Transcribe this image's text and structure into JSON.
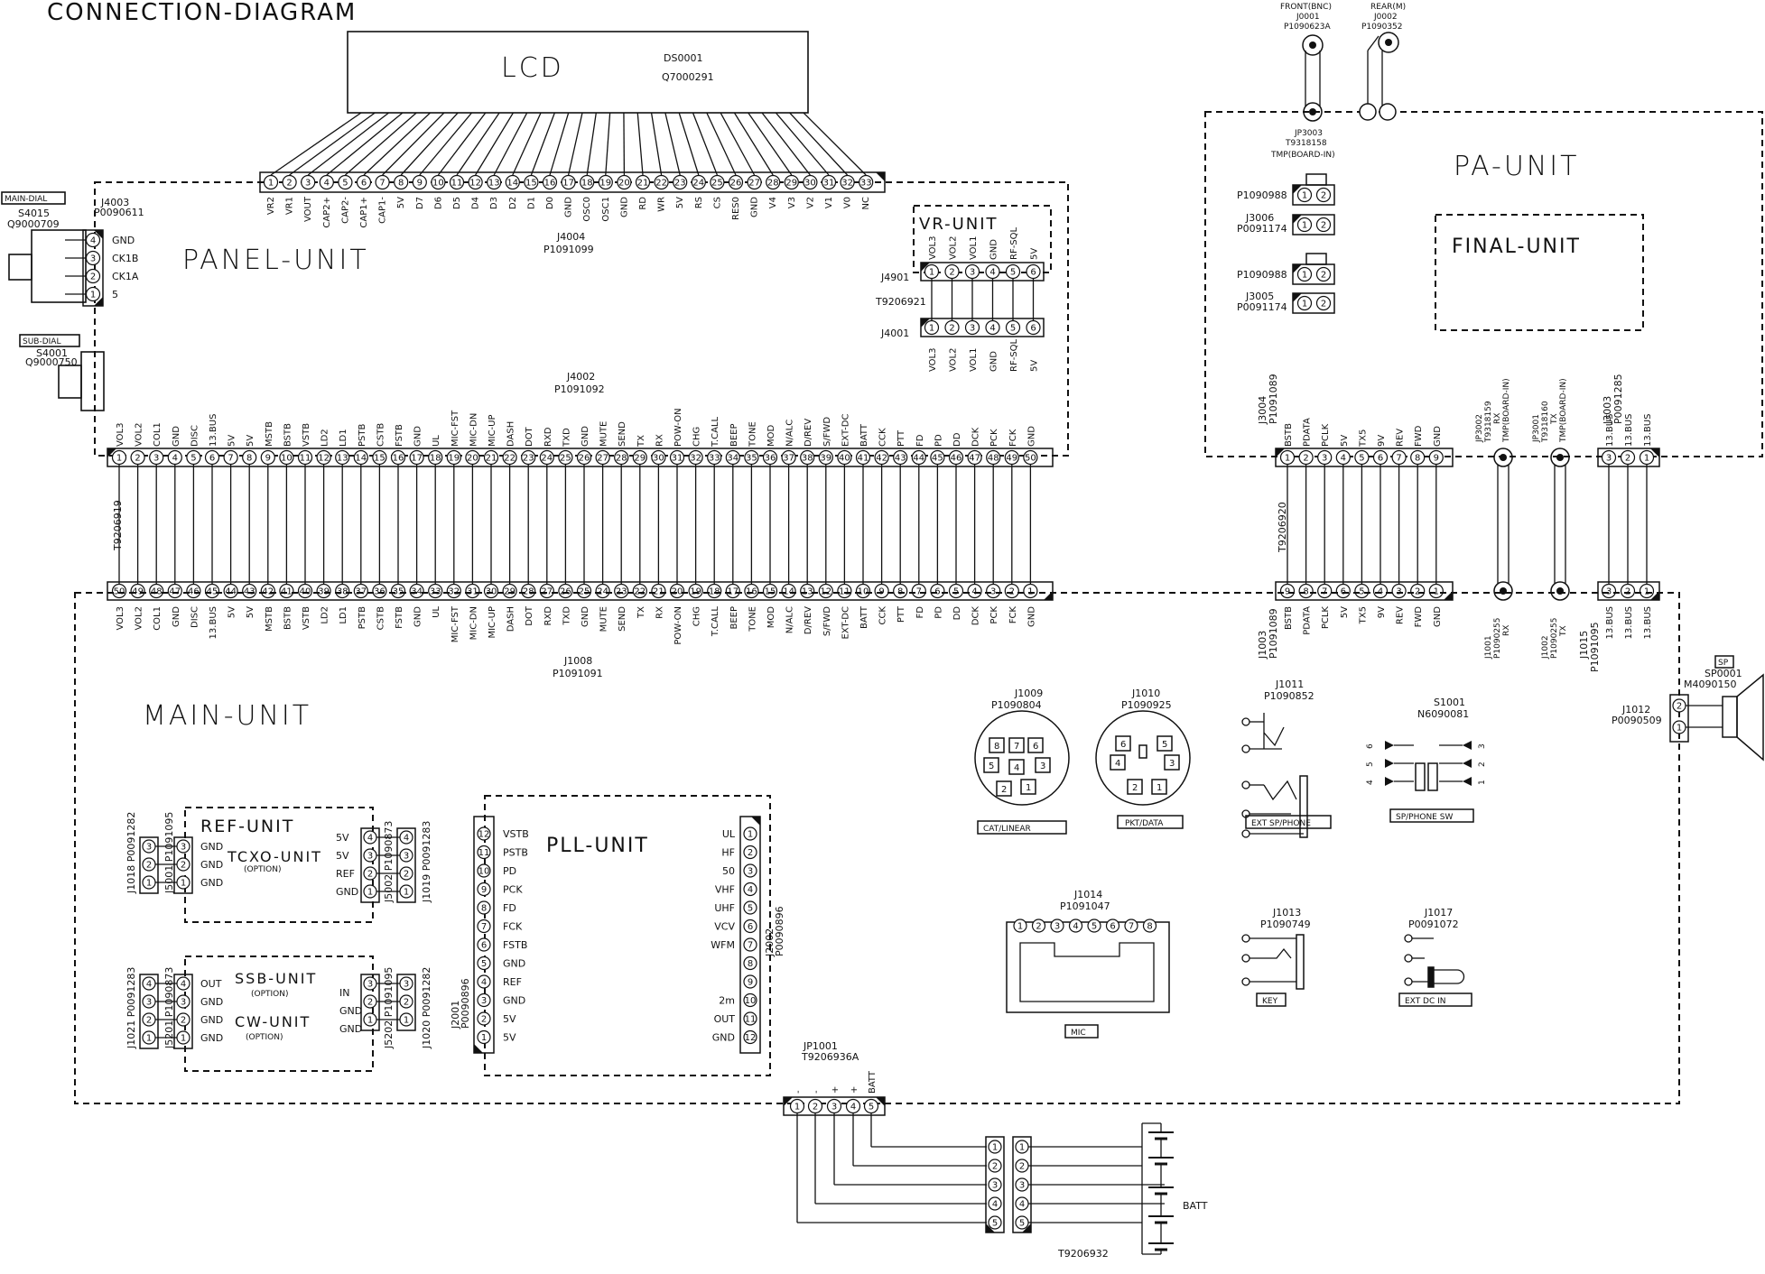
{
  "title": "CONNECTION-DIAGRAM",
  "units": {
    "panel": "PANEL-UNIT",
    "main": "MAIN-UNIT",
    "pa": "PA-UNIT",
    "final": "FINAL-UNIT",
    "vr": "VR-UNIT",
    "ref": "REF-UNIT",
    "tcxo": "TCXO-UNIT",
    "tcxo_opt": "(OPTION)",
    "ssb": "SSB-UNIT",
    "ssb_opt": "(OPTION)",
    "cw": "CW-UNIT",
    "cw_opt": "(OPTION)",
    "pll": "PLL-UNIT"
  },
  "lcd": {
    "label": "LCD",
    "ref": "DS0001",
    "part": "Q7000291"
  },
  "j4004": {
    "ref": "J4004",
    "part": "P1091099",
    "signals": [
      "VR2",
      "VR1",
      "VOUT",
      "CAP2+",
      "CAP2-",
      "CAP1+",
      "CAP1-",
      "5V",
      "D7",
      "D6",
      "D5",
      "D4",
      "D3",
      "D2",
      "D1",
      "D0",
      "GND",
      "OSC0",
      "OSC1",
      "GND",
      "RD",
      "WR",
      "5V",
      "RS",
      "CS",
      "RES0",
      "GND",
      "V4",
      "V3",
      "V2",
      "V1",
      "V0",
      "NC"
    ]
  },
  "main_dial": {
    "tag": "MAIN-DIAL",
    "ref": "S4015",
    "part": "Q9000709"
  },
  "sub_dial": {
    "tag": "SUB-DIAL",
    "ref": "S4001",
    "part": "Q9000750"
  },
  "j4003": {
    "ref": "J4003",
    "part": "P0090611",
    "signals": [
      "GND",
      "CK1B",
      "CK1A",
      "5"
    ]
  },
  "vr_unit": {
    "j4901": "J4901",
    "cable": "T9206921",
    "j4001": "J4001",
    "signals": [
      "VOL3",
      "VOL2",
      "VOL1",
      "GND",
      "RF-SQL",
      "5V"
    ]
  },
  "j4002": {
    "ref": "J4002",
    "part": "P1091092"
  },
  "bus_cable": "T9206919",
  "bus50": [
    "VOL3",
    "VOL2",
    "COL1",
    "GND",
    "DISC",
    "13.BUS",
    "5V",
    "5V",
    "MSTB",
    "BSTB",
    "VSTB",
    "LD2",
    "LD1",
    "PSTB",
    "CSTB",
    "FSTB",
    "GND",
    "UL",
    "MIC-FST",
    "MIC-DN",
    "MIC-UP",
    "DASH",
    "DOT",
    "RXD",
    "TXD",
    "GND",
    "MUTE",
    "SEND",
    "TX",
    "RX",
    "POW-ON",
    "CHG",
    "T.CALL",
    "BEEP",
    "TONE",
    "MOD",
    "N/ALC",
    "D/REV",
    "S/FWD",
    "EXT-DC",
    "BATT",
    "CCK",
    "PTT",
    "FD",
    "PD",
    "DD",
    "DCK",
    "PCK",
    "FCK",
    "GND"
  ],
  "j1008": {
    "ref": "J1008",
    "part": "P1091091"
  },
  "j3004": {
    "ref": "J3004",
    "part": "P1091089"
  },
  "pa_bus": [
    "BSTB",
    "PDATA",
    "PCLK",
    "5V",
    "TX5",
    "9V",
    "REV",
    "FWD",
    "GND"
  ],
  "pa_cable": "T9206920",
  "j1003": {
    "ref": "J1003",
    "part": "P1091089"
  },
  "front": {
    "label": "FRONT(BNC)",
    "ref": "J0001",
    "part": "P1090623A"
  },
  "rear": {
    "label": "REAR(M)",
    "ref": "J0002",
    "part": "P1090352"
  },
  "jp3003": {
    "ref": "JP3003",
    "part": "T9318158",
    "note": "TMP(BOARD-IN)"
  },
  "pa_small": [
    {
      "ref": "P1090988"
    },
    {
      "ref": "J3006",
      "part": "P0091174"
    },
    {
      "ref": "P1090988"
    },
    {
      "ref": "J3005",
      "part": "P0091174"
    }
  ],
  "jp3002": {
    "ref": "JP3002",
    "part": "T9318159",
    "sig": "RX",
    "note": "TMP(BOARD-IN)"
  },
  "jp3001": {
    "ref": "JP3001",
    "part": "T9318160",
    "sig": "TX",
    "note": "TMP(BOARD-IN)"
  },
  "j3003": {
    "ref": "J3003",
    "part": "P0091285",
    "signals": [
      "13.BUS",
      "13.BUS",
      "13.BUS"
    ]
  },
  "j1001": {
    "ref": "J1001",
    "part": "P1090255",
    "sig": "RX"
  },
  "j1002": {
    "ref": "J1002",
    "part": "P1090255",
    "sig": "TX"
  },
  "j1015": {
    "ref": "J1015",
    "part": "P1091095",
    "signals": [
      "13.BUS",
      "13.BUS",
      "13.BUS"
    ]
  },
  "sp": {
    "tag": "SP",
    "ref": "SP0001",
    "part": "M4090150"
  },
  "j1012": {
    "ref": "J1012",
    "part": "P0090509"
  },
  "j1009": {
    "ref": "J1009",
    "part": "P1090804",
    "caption": "CAT/LINEAR"
  },
  "j1010": {
    "ref": "J1010",
    "part": "P1090925",
    "caption": "PKT/DATA"
  },
  "j1011": {
    "ref": "J1011",
    "part": "P1090852",
    "caption": "EXT SP/PHONE"
  },
  "s1001": {
    "ref": "S1001",
    "part": "N6090081",
    "caption": "SP/PHONE SW"
  },
  "j1014": {
    "ref": "J1014",
    "part": "P1091047",
    "caption": "MIC"
  },
  "j1013": {
    "ref": "J1013",
    "part": "P1090749",
    "caption": "KEY"
  },
  "j1017": {
    "ref": "J1017",
    "part": "P0091072",
    "caption": "EXT DC IN"
  },
  "ref_block": {
    "j1018": "J1018 P0091282",
    "j5001": "J5001 P1091095",
    "j5002": "J5002 P1090873",
    "j1019": "J1019 P0091283",
    "left_signals": [
      "GND",
      "GND",
      "GND"
    ],
    "right_signals": [
      "5V",
      "5V",
      "REF",
      "GND"
    ]
  },
  "ssb_block": {
    "j1021": "J1021 P0091283",
    "j5201": "J5201 P1090873",
    "j5202": "J5202 P1091095",
    "j1020": "J1020 P0091282",
    "left_signals": [
      "OUT",
      "GND",
      "GND",
      "GND"
    ],
    "right_signals": [
      "IN",
      "GND",
      "GND"
    ]
  },
  "j2001": {
    "ref": "J2001",
    "part": "P0090896",
    "signals": [
      "VSTB",
      "PSTB",
      "PD",
      "PCK",
      "FD",
      "FCK",
      "FSTB",
      "GND",
      "REF",
      "GND",
      "5V",
      "5V"
    ]
  },
  "j2002": {
    "ref": "J2002",
    "part": "P0090896",
    "signals": [
      "UL",
      "HF",
      "50",
      "VHF",
      "UHF",
      "VCV",
      "WFM",
      "",
      "",
      "2m",
      "OUT",
      "GND"
    ]
  },
  "jp1001": {
    "ref": "JP1001",
    "part": "T9206936A",
    "signals": [
      "-",
      "-",
      "+",
      "+",
      "BATT"
    ]
  },
  "batt": {
    "label": "BATT",
    "cable": "T9206932"
  }
}
